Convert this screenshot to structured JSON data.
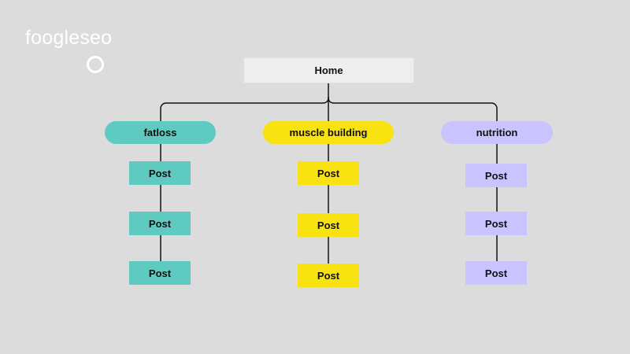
{
  "logo": {
    "text": "foogleseo"
  },
  "diagram": {
    "home": "Home",
    "categories": [
      {
        "label": "fatloss",
        "color": "#5ecac0",
        "posts": [
          "Post",
          "Post",
          "Post"
        ]
      },
      {
        "label": "muscle building",
        "color": "#f8e20f",
        "posts": [
          "Post",
          "Post",
          "Post"
        ]
      },
      {
        "label": "nutrition",
        "color": "#c9c4ff",
        "posts": [
          "Post",
          "Post",
          "Post"
        ]
      }
    ]
  },
  "colors": {
    "background": "#dcdcdc",
    "home_fill": "#eeeeee",
    "line": "#111111"
  }
}
